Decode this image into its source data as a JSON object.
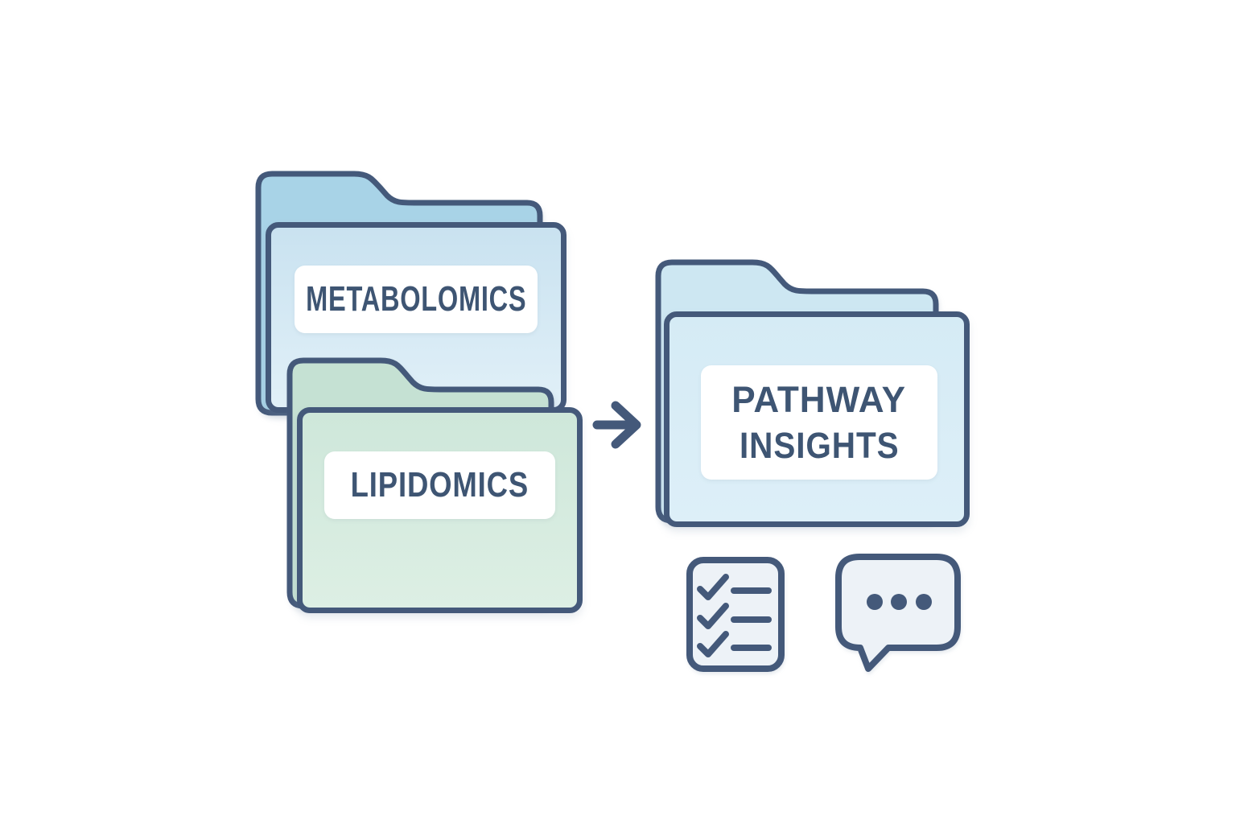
{
  "diagram": {
    "inputs": [
      {
        "id": "metabolomics",
        "label": "METABOLOMICS"
      },
      {
        "id": "lipidomics",
        "label": "LIPIDOMICS"
      }
    ],
    "arrow": {
      "icon": "arrow-right-icon",
      "direction": "right"
    },
    "output": {
      "id": "pathway-insights",
      "label_line1": "PATHWAY",
      "label_line2": "INSIGHTS"
    },
    "result_icons": [
      {
        "name": "checklist-icon",
        "detail": "3 checkmarks with 3 lines"
      },
      {
        "name": "speech-bubble-icon",
        "detail": "3 dots"
      }
    ]
  },
  "colors": {
    "outline": "#44597a",
    "text": "#3e5573",
    "label_bg": "#ffffff",
    "icon_fill": "#edf2f7",
    "metab_back": "#a8d3e7",
    "metab_front_top": "#c9e2f0",
    "metab_front_bottom": "#e1f0f8",
    "lipid_back": "#c5e1d3",
    "lipid_front_top": "#cee7da",
    "lipid_front_bottom": "#ddefe4",
    "pathway_back": "#cde7f2",
    "pathway_front_top": "#d5ebf5",
    "pathway_front_bottom": "#ddeff8",
    "bg": "#ffffff"
  }
}
